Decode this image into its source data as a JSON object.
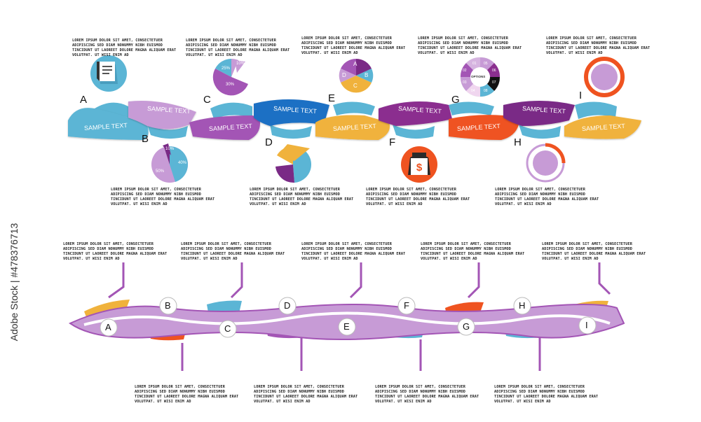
{
  "colors": {
    "blue": "#5bb5d5",
    "purple": "#a355b5",
    "lilac": "#c79bd6",
    "dark_blue": "#1f6fc4",
    "yellow": "#f0b23c",
    "magenta": "#8b2f8f",
    "red": "#ef5320",
    "dark_purple": "#7a2a86"
  },
  "top": {
    "segments": [
      {
        "letter": "A",
        "label": "SAMPLE TEXT"
      },
      {
        "letter": "B",
        "label": "SAMPLE TEXT"
      },
      {
        "letter": "C",
        "label": "SAMPLE TEXT"
      },
      {
        "letter": "D",
        "label": "SAMPLE TEXT"
      },
      {
        "letter": "E",
        "label": "SAMPLE TEXT"
      },
      {
        "letter": "F",
        "label": "SAMPLE TEXT"
      },
      {
        "letter": "G",
        "label": "SAMPLE TEXT"
      },
      {
        "letter": "H",
        "label": "SAMPLE TEXT"
      },
      {
        "letter": "I",
        "label": "SAMPLE TEXT"
      }
    ],
    "icons": {
      "a": "document-icon",
      "b_pie": {
        "slices": [
          "10%",
          "40%",
          "50%"
        ]
      },
      "c_pie": {
        "slices": [
          "10%",
          "25%",
          "30%"
        ]
      },
      "d": "pie-chart-icon",
      "e_quad": [
        "A",
        "B",
        "C",
        "D"
      ],
      "f": "money-bag-icon",
      "g_ring": {
        "center": "OPTIONS",
        "items": [
          "01",
          "02",
          "03",
          "04",
          "05",
          "06",
          "07",
          "08"
        ]
      },
      "h": "ring-progress-icon",
      "i": "ring-icon"
    }
  },
  "lorem": "LOREM IPSUM DOLOR SIT AMET, CONSECTETUER ADIPISCING SED DIAM NONUMMY NIBH EUISMOD TINCIDUNT UT LAOREET DOLORE MAGNA ALIQUAM ERAT VOLUTPAT. UT WISI ENIM AD",
  "bottom": {
    "letters": [
      "A",
      "B",
      "C",
      "D",
      "E",
      "F",
      "G",
      "H",
      "I"
    ]
  },
  "watermark": "Adobe Stock | #478376713"
}
